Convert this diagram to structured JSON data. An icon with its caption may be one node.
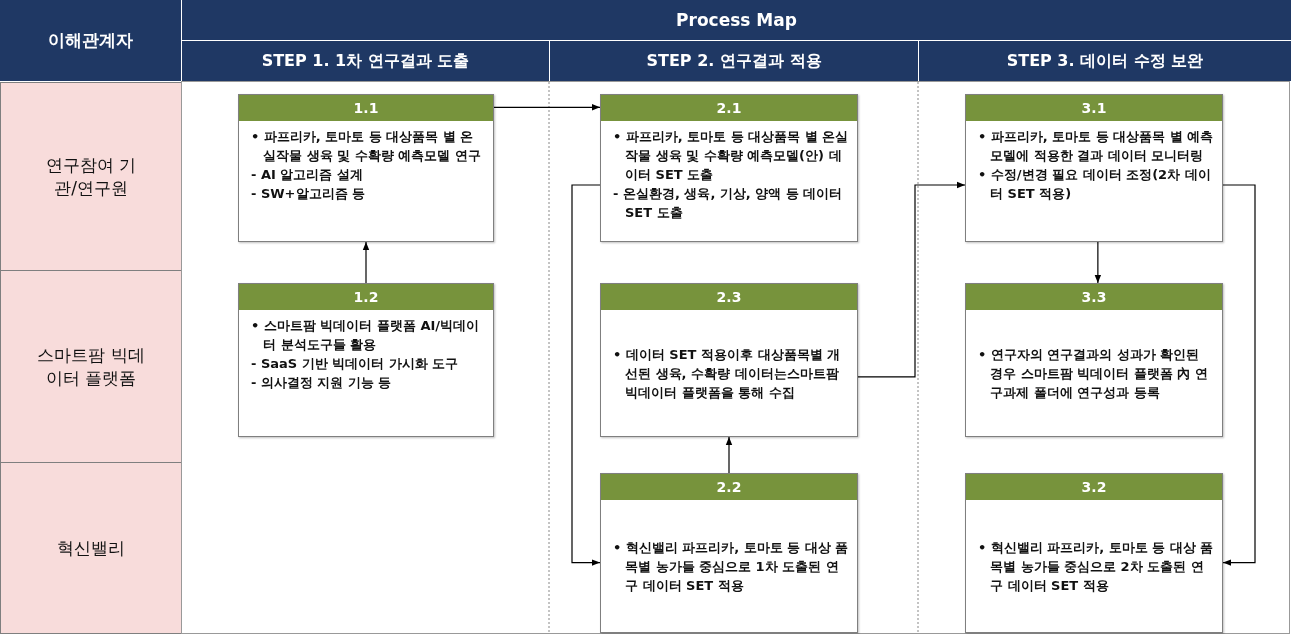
{
  "diagram": {
    "title": "Process Map",
    "nodes": [
      {
        "text": [
          "1.1",
          "• 파프리카, 토마토 등 대상품목 별 온실작물 생육 및 수확량 예측모델 연구",
          "- AI 알고리즘 설계",
          "- SW+알고리즘 등"
        ]
      },
      {
        "text": [
          "1.2",
          "• 스마트팜 빅데이터 플랫폼 AI/빅데이터 분석도구들 활용",
          "- SaaS 기반 빅데이터 가시화 도구",
          "- 의사결정 지원 기능 등"
        ]
      },
      {
        "text": [
          "2.1",
          "• 파프리카, 토마토 등 대상품목 별 온실작물 생육 및 수확량 예측모델(안) 데이터 SET 도출",
          "- 온실환경, 생육, 기상, 양액 등 데이터 SET 도출"
        ]
      },
      {
        "text": [
          "2.3",
          "• 데이터 SET 적용이후 대상품목별 개선된 생육, 수확량 데이터는스마트팜 빅데이터 플랫폼을 통해 수집"
        ]
      },
      {
        "text": [
          "2.2",
          "• 혁신밸리 파프리카, 토마토 등 대상 품목별 농가들 중심으로 1차 도출된 연구 데이터 SET 적용"
        ]
      },
      {
        "text": [
          "3.1",
          "• 파프리카, 토마토 등 대상품목 별 예측모델에 적용한 결과 데이터 모니터링",
          "• 수정/변경 필요 데이터 조정(2차 데이터 SET 적용)"
        ]
      },
      {
        "text": [
          "3.3",
          "• 연구자의 연구결과의 성과가 확인된 경우 스마트팜 빅데이터 플랫폼 內 연구과제 폴더에 연구성과 등록"
        ]
      },
      {
        "text": [
          "3.2",
          "• 혁신밸리 파프리카, 토마토 등 대상 품목별 농가들 중심으로 2차 도출된 연구 데이터 SET 적용"
        ]
      }
    ],
    "edges": [
      {
        "from": 1,
        "to": 0,
        "arrow": "to"
      },
      {
        "from": 0,
        "to": 2,
        "arrow": "to"
      },
      {
        "from": 2,
        "to": 4,
        "arrow": "to"
      },
      {
        "from": 4,
        "to": 3,
        "arrow": "to"
      },
      {
        "from": 3,
        "to": 5,
        "arrow": "to"
      },
      {
        "from": 5,
        "to": 6,
        "arrow": "to"
      },
      {
        "from": 5,
        "to": 7,
        "arrow": "to"
      }
    ],
    "labels": [
      "이해관계자",
      "STEP 1. 1차 연구결과 도출",
      "STEP 2. 연구결과 적용",
      "STEP 3. 데이터 수정 보완",
      "연구참여 기관/연구원",
      "스마트팜 빅데이터 플랫폼",
      "혁신밸리"
    ]
  }
}
